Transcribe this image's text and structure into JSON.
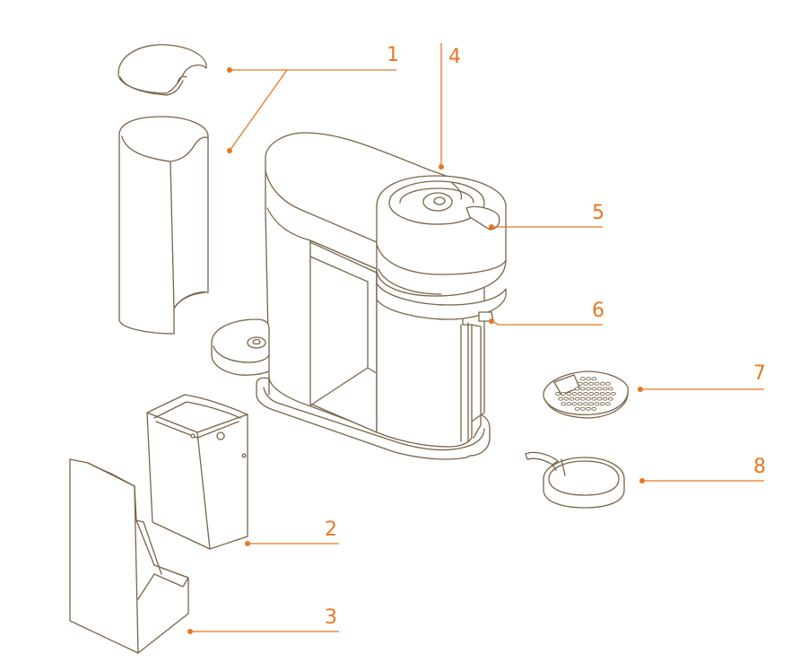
{
  "colors": {
    "accent": "#e87722",
    "line": "#7a6448",
    "background": "#ffffff"
  },
  "callouts": [
    {
      "label": "1",
      "part": "lid-and-water-tank"
    },
    {
      "label": "2",
      "part": "capsule-container"
    },
    {
      "label": "3",
      "part": "drip-tray-cover"
    },
    {
      "label": "4",
      "part": "machine-top"
    },
    {
      "label": "5",
      "part": "locking-handle"
    },
    {
      "label": "6",
      "part": "coffee-outlet"
    },
    {
      "label": "7",
      "part": "drip-grid"
    },
    {
      "label": "8",
      "part": "drip-ring"
    }
  ]
}
